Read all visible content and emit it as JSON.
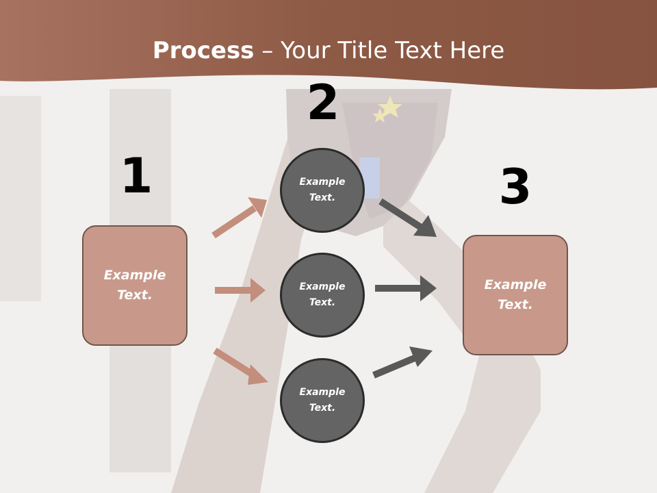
{
  "title": {
    "bold": "Process",
    "rest": " – Your Title Text Here"
  },
  "steps": [
    {
      "number": "1",
      "text_line1": "Example",
      "text_line2": "Text."
    },
    {
      "number": "2",
      "text_line1": "Example",
      "text_line2": "Text."
    },
    {
      "number": "3",
      "text_line1": "Example",
      "text_line2": "Text."
    }
  ],
  "middle": [
    {
      "text_line1": "Example",
      "text_line2": "Text."
    },
    {
      "text_line1": "Example",
      "text_line2": "Text."
    }
  ],
  "colors": {
    "header_brown": "#8f5a45",
    "box_fill": "#c8998a",
    "circle_fill": "#646464",
    "left_arrows": "#c38e7c",
    "right_arrows": "#595959"
  }
}
